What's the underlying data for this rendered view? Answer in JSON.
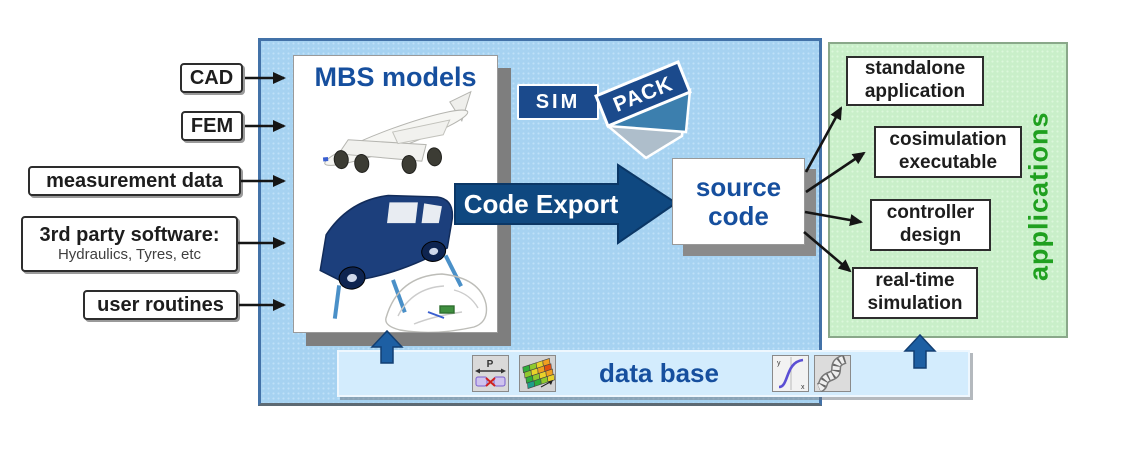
{
  "inputs": [
    {
      "label": "CAD"
    },
    {
      "label": "FEM"
    },
    {
      "label": "measurement data"
    },
    {
      "label": "3rd party software:",
      "sublabel": "Hydraulics, Tyres, etc"
    },
    {
      "label": "user routines"
    }
  ],
  "mbs": {
    "title": "MBS models"
  },
  "logo": {
    "sim": "SIM",
    "pack": "PACK"
  },
  "code_export_label": "Code Export",
  "source_code": {
    "line1": "source",
    "line2": "code"
  },
  "applications": {
    "panel_label": "applications",
    "items": [
      {
        "line1": "standalone",
        "line2": "application"
      },
      {
        "line1": "cosimulation",
        "line2": "executable"
      },
      {
        "line1": "controller",
        "line2": "design"
      },
      {
        "line1": "real-time",
        "line2": "simulation"
      }
    ]
  },
  "database": {
    "label": "data base",
    "icons": [
      {
        "name": "parameter-joint-icon",
        "letter": "P"
      },
      {
        "name": "surface-mesh-icon"
      },
      {
        "name": "curve-plot-icon",
        "y_label": "y",
        "x_label": "x"
      },
      {
        "name": "track-icon"
      }
    ]
  },
  "colors": {
    "panel_blue": "#a6d2f1",
    "panel_border": "#4372a8",
    "navy_text": "#164f9e",
    "arrow_navy": "#0f4880",
    "green_panel": "#c9efc9",
    "applications_green": "#1fa01f",
    "bar_blue": "#d3ecfd"
  }
}
